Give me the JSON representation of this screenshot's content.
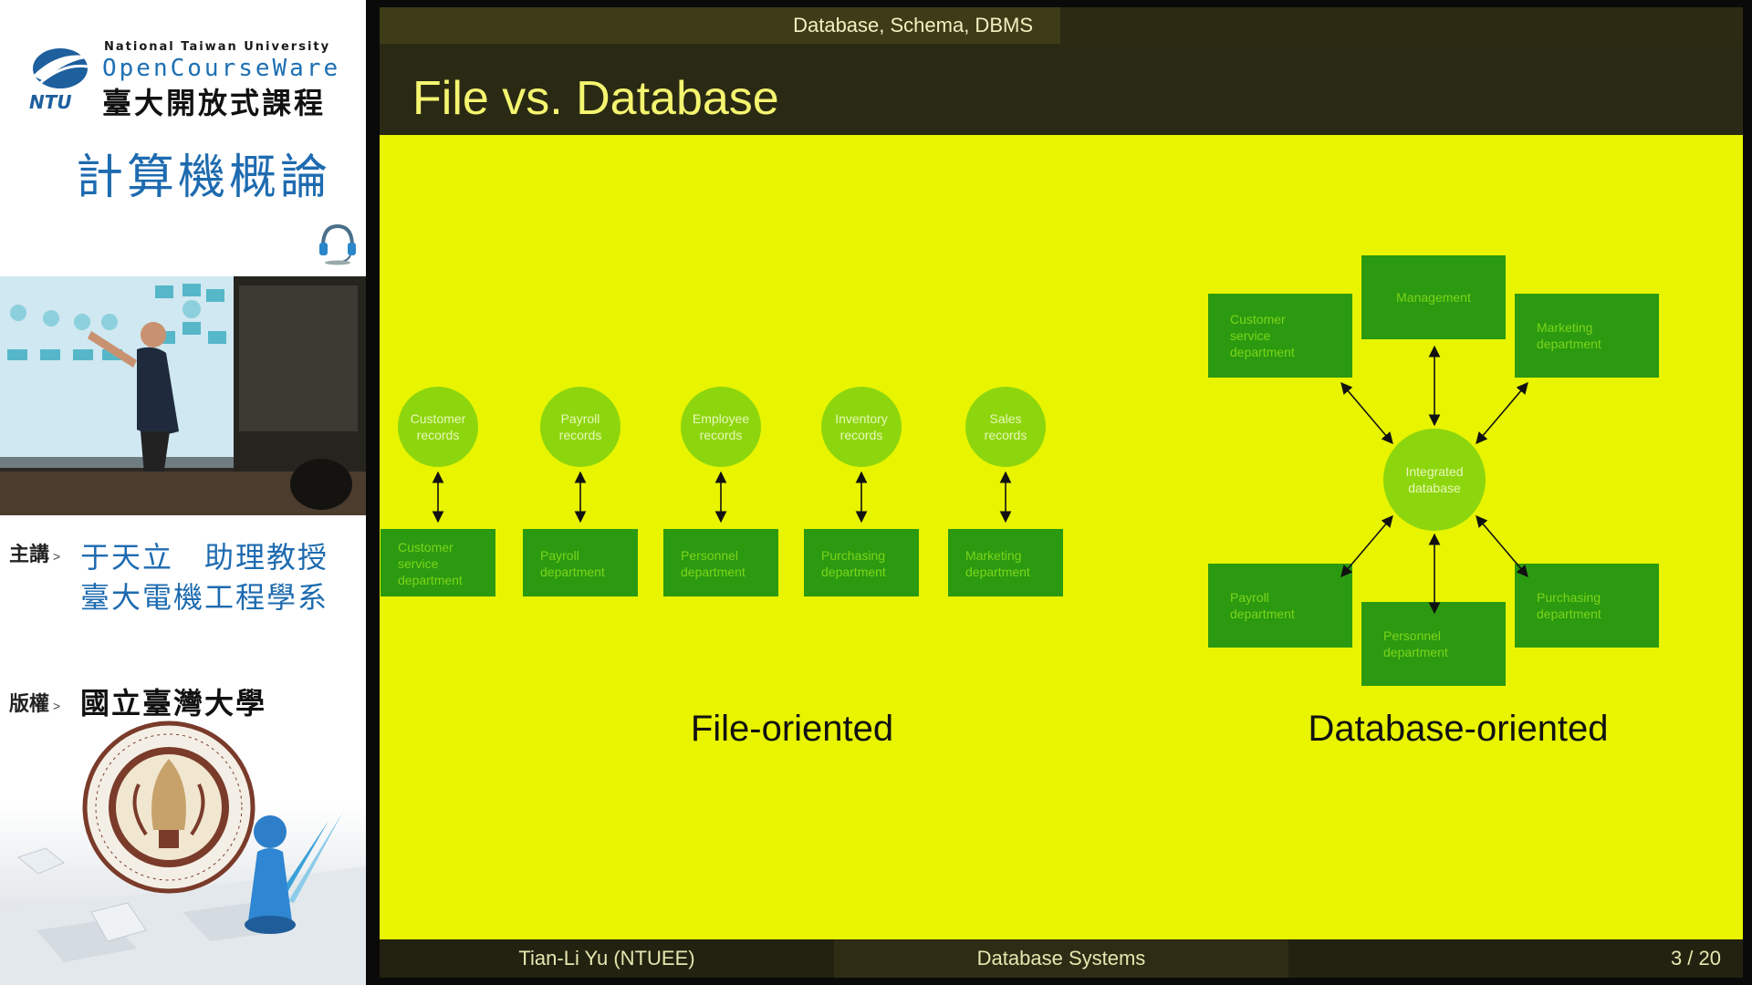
{
  "sidebar": {
    "university_en": "National Taiwan University",
    "ocw": "OpenCourseWare",
    "ocw_zh": "臺大開放式課程",
    "logo_text": "NTU",
    "course_title": "計算機概論",
    "lecturer_label": "主講",
    "lecturer_name": "于天立　助理教授",
    "lecturer_dept": "臺大電機工程學系",
    "copyright_label": "版權",
    "copyright_owner": "國立臺灣大學",
    "arrow": ">",
    "icons": [
      "ntu-logo-icon",
      "headset-icon",
      "ntu-seal-icon"
    ]
  },
  "slide": {
    "nav_section": "Database, Schema, DBMS",
    "title": "File vs. Database",
    "footer_author": "Tian-Li Yu  (NTUEE)",
    "footer_title": "Database Systems",
    "footer_page": "3 / 20",
    "colors": {
      "slide_bg": "#e8f400",
      "box": "#2b9a10",
      "circle": "#8dd60e",
      "bar": "#2a2a14"
    }
  },
  "diagram": {
    "file_oriented": {
      "caption": "File-oriented",
      "records": [
        [
          "Customer",
          "records"
        ],
        [
          "Payroll",
          "records"
        ],
        [
          "Employee",
          "records"
        ],
        [
          "Inventory",
          "records"
        ],
        [
          "Sales",
          "records"
        ]
      ],
      "departments": [
        [
          "Customer",
          "service",
          "department"
        ],
        [
          "Payroll",
          "department"
        ],
        [
          "Personnel",
          "department"
        ],
        [
          "Purchasing",
          "department"
        ],
        [
          "Marketing",
          "department"
        ]
      ]
    },
    "database_oriented": {
      "caption": "Database-oriented",
      "center": [
        "Integrated",
        "database"
      ],
      "departments": [
        [
          "Customer",
          "service",
          "department"
        ],
        [
          "Management"
        ],
        [
          "Marketing",
          "department"
        ],
        [
          "Payroll",
          "department"
        ],
        [
          "Personnel",
          "department"
        ],
        [
          "Purchasing",
          "department"
        ]
      ]
    }
  }
}
